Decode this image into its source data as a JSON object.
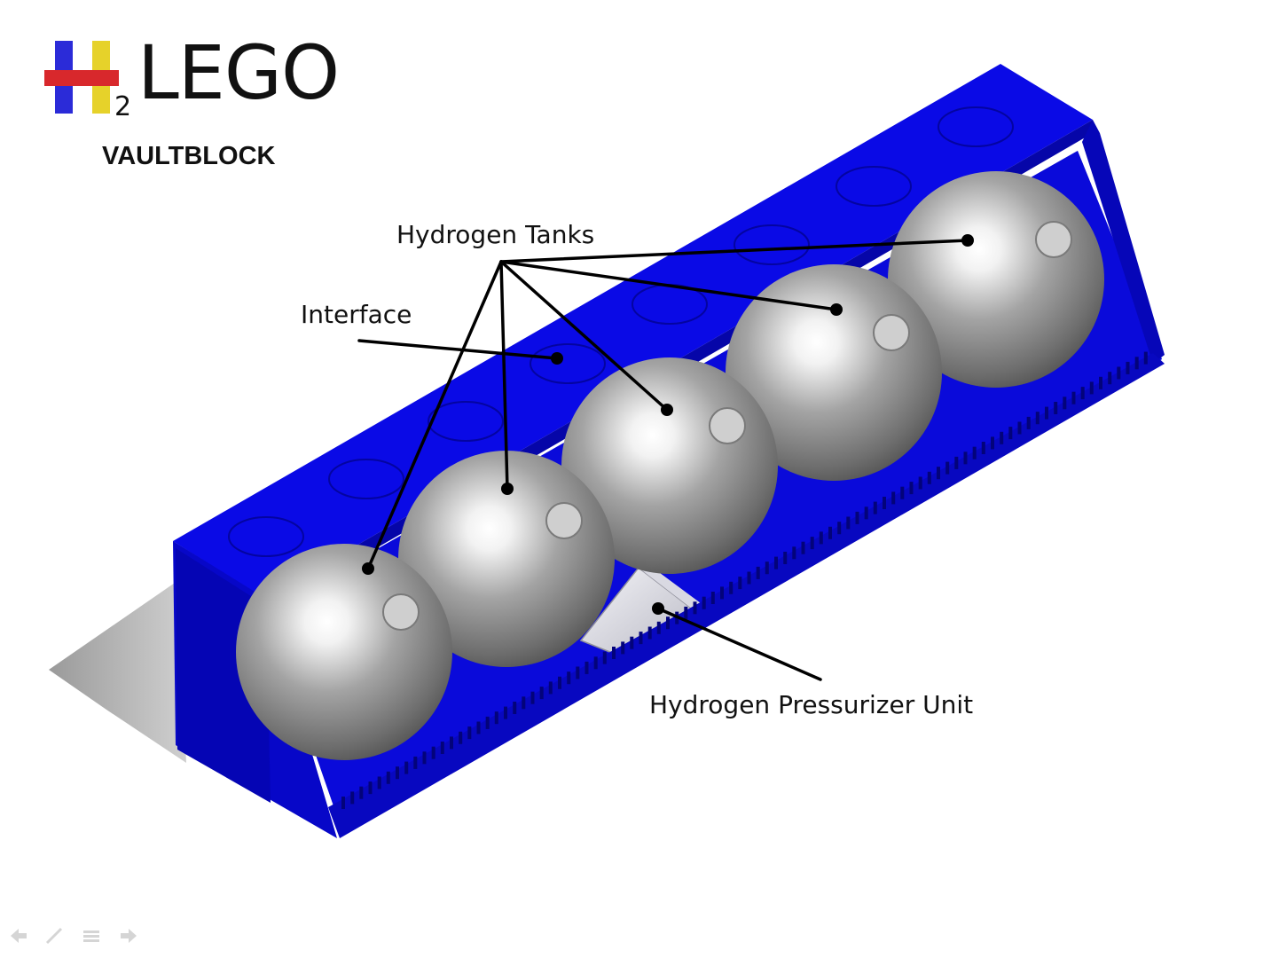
{
  "logo": {
    "letter": "H",
    "subscript": "2",
    "word": "LEGO",
    "colors": {
      "blue": "#2b2bd8",
      "yellow": "#e6d22a",
      "red": "#d8282c"
    }
  },
  "subtitle": "VAULTBLOCK",
  "callouts": {
    "hydrogen_tanks": "Hydrogen Tanks",
    "interface": "Interface",
    "pressurizer": "Hydrogen Pressurizer Unit"
  },
  "colors": {
    "block": "#0a0ae6",
    "tank": "#9a9a9a",
    "line": "#000000"
  },
  "nav_icons": [
    "prev-arrow-icon",
    "pen-icon",
    "menu-icon",
    "next-arrow-icon"
  ]
}
